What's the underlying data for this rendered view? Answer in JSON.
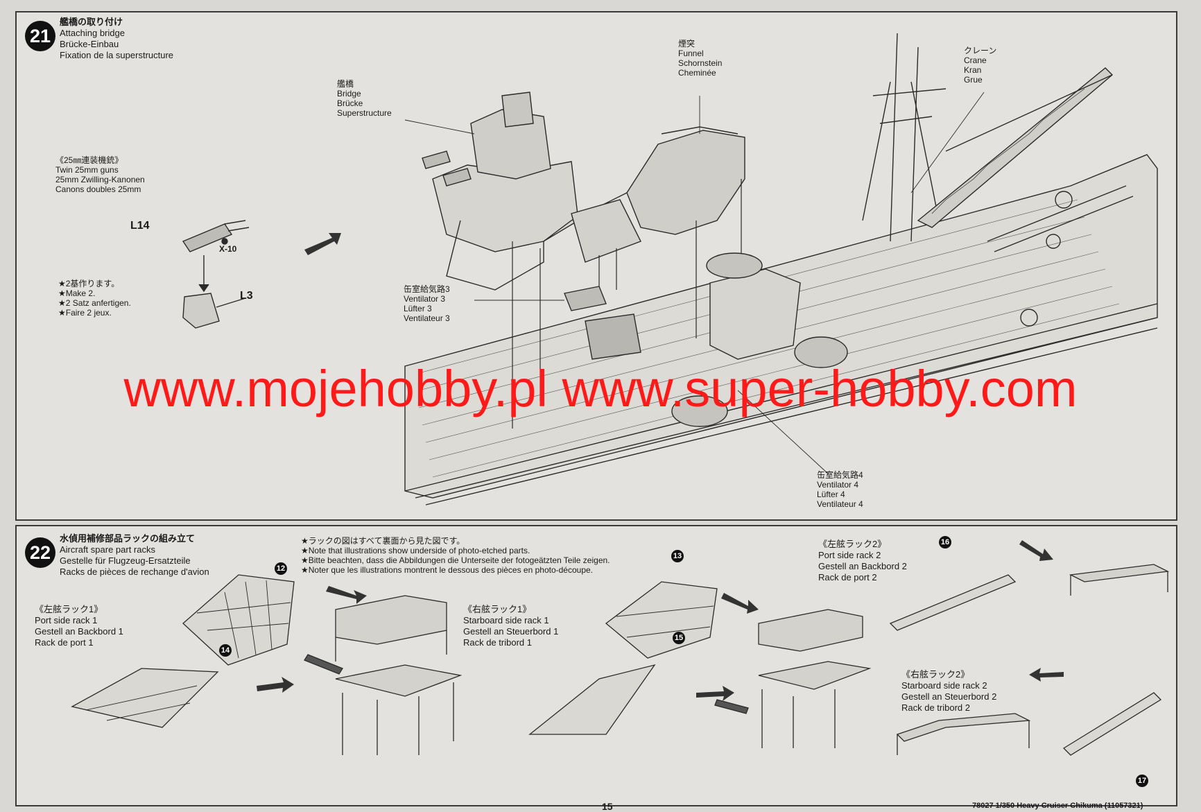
{
  "step21": {
    "number": "21",
    "title": [
      "艦橋の取り付け",
      "Attaching bridge",
      "Brücke-Einbau",
      "Fixation de la superstructure"
    ],
    "bridge": [
      "艦橋",
      "Bridge",
      "Brücke",
      "Superstructure"
    ],
    "funnel": [
      "煙突",
      "Funnel",
      "Schornstein",
      "Cheminée"
    ],
    "crane": [
      "クレーン",
      "Crane",
      "Kran",
      "Grue"
    ],
    "twin_guns": [
      "《25㎜連装機銃》",
      "Twin 25mm guns",
      "25mm Zwilling-Kanonen",
      "Canons doubles 25mm"
    ],
    "part_l14": "L14",
    "part_x10": "X-10",
    "part_l3": "L3",
    "make2": [
      "★2基作ります。",
      "★Make 2.",
      "★2 Satz anfertigen.",
      "★Faire 2 jeux."
    ],
    "ventilator3": [
      "缶室給気路3",
      "Ventilator 3",
      "Lüfter 3",
      "Ventilateur 3"
    ],
    "ventilator4": [
      "缶室給気路4",
      "Ventilator 4",
      "Lüfter 4",
      "Ventilateur 4"
    ]
  },
  "step22": {
    "number": "22",
    "title": [
      "水偵用補修部品ラックの組み立て",
      "Aircraft spare part racks",
      "Gestelle für Flugzeug-Ersatzteile",
      "Racks de pièces de rechange d'avion"
    ],
    "note": [
      "★ラックの図はすべて裏面から見た図です。",
      "★Note that illustrations show underside of photo-etched parts.",
      "★Bitte beachten, dass die Abbildungen die Unterseite der fotogeätzten Teile zeigen.",
      "★Noter que les illustrations montrent le dessous des pièces en photo-découpe."
    ],
    "port1": [
      "《左舷ラック1》",
      "Port side rack 1",
      "Gestell an Backbord 1",
      "Rack de port 1"
    ],
    "starboard1": [
      "《右舷ラック1》",
      "Starboard side rack 1",
      "Gestell an Steuerbord 1",
      "Rack de tribord 1"
    ],
    "port2": [
      "《左舷ラック2》",
      "Port side rack 2",
      "Gestell an Backbord 2",
      "Rack de port 2"
    ],
    "starboard2": [
      "《右舷ラック2》",
      "Starboard side rack 2",
      "Gestell an Steuerbord 2",
      "Rack de tribord 2"
    ],
    "parts": [
      "12",
      "13",
      "14",
      "15",
      "16",
      "17"
    ]
  },
  "watermark": "www.mojehobby.pl www.super-hobby.com",
  "page_number": "15",
  "footer": "78027 1/350 Heavy Cruiser Chikuma (11057321)",
  "colors": {
    "watermark": "#ff1a1a",
    "ink": "#1a1a1a",
    "paper": "#e3e2de"
  }
}
